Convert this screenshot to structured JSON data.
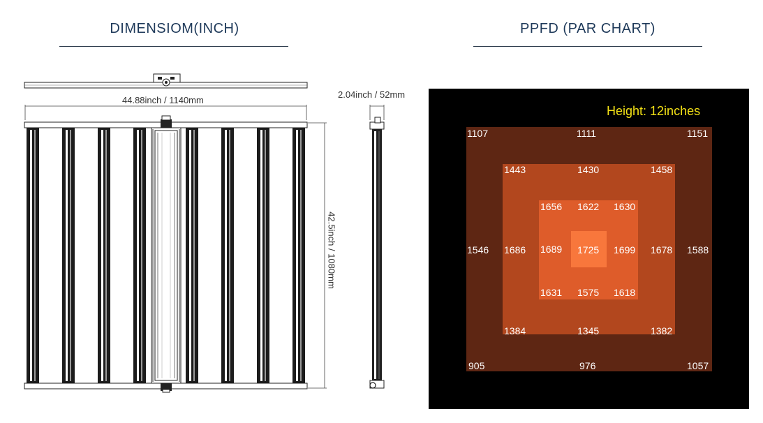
{
  "headings": {
    "dimension_title": "DIMENSIOM(INCH)",
    "ppfd_title": "PPFD (PAR CHART)"
  },
  "dimensions": {
    "width_label": "44.88inch / 1140mm",
    "height_label": "42.5inch / 1080mm",
    "depth_label": "2.04inch / 52mm"
  },
  "par_chart": {
    "height_label": "Height: 12inches",
    "outer_ring": {
      "top": [
        "1107",
        "1111",
        "1151"
      ],
      "middle": [
        "1546",
        "1588"
      ],
      "bottom": [
        "905",
        "976",
        "1057"
      ]
    },
    "second_ring": {
      "top": [
        "1443",
        "1430",
        "1458"
      ],
      "middle": [
        "1686",
        "1678"
      ],
      "bottom": [
        "1384",
        "1345",
        "1382"
      ]
    },
    "inner_ring": {
      "top": [
        "1656",
        "1622",
        "1630"
      ],
      "middle": [
        "1689",
        "1699"
      ],
      "bottom": [
        "1631",
        "1575",
        "1618"
      ]
    },
    "center": "1725",
    "zone_colors": [
      "#5e2613",
      "#b2471e",
      "#de5c2a",
      "#f8773c"
    ]
  }
}
